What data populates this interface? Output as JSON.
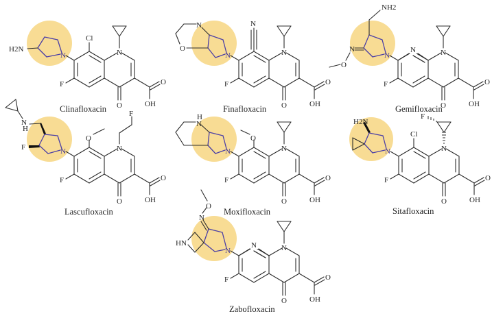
{
  "figure": {
    "description": "Chemical structures of fluoroquinolone antibiotics with the pyrrolidine substituent at C-7 highlighted",
    "highlight_color": "#f8dc94",
    "highlight_bond_color": "#4b3fa6",
    "bond_color": "#2b2b2b"
  },
  "compounds": [
    {
      "name": "Clinafloxacin",
      "core": "quinolone",
      "c8_substituent": "Cl",
      "n1_substituent": "cyclopropyl",
      "c7_substituent": "3-aminopyrrolidin-1-yl",
      "labels": {
        "amine": "H2N",
        "c8": "Cl",
        "n1": "N",
        "pyrN": "N",
        "f": "F",
        "oxo": "O",
        "acid_o": "O",
        "acid_oh": "OH"
      }
    },
    {
      "name": "Finafloxacin",
      "core": "quinolone",
      "c8_substituent": "CN",
      "n1_substituent": "cyclopropyl",
      "c7_substituent": "hexahydropyrrolo-oxazinyl",
      "labels": {
        "c8": "N",
        "n1": "N",
        "pyrN": "N",
        "ringN": "N",
        "ringO": "O",
        "f": "F",
        "oxo": "O",
        "acid_o": "O",
        "acid_oh": "OH"
      }
    },
    {
      "name": "Gemifloxacin",
      "core": "naphthyridine",
      "n1_substituent": "cyclopropyl",
      "c7_substituent": "3-aminomethyl-4-methoxyimino-pyrrolidinyl",
      "labels": {
        "amine": "NH2",
        "oxime_n": "N",
        "oxime_o": "O",
        "n8": "N",
        "n1": "N",
        "pyrN": "N",
        "f": "F",
        "oxo": "O",
        "acid_o": "O",
        "acid_oh": "OH"
      }
    },
    {
      "name": "Lascufloxacin",
      "core": "quinolone",
      "c8_substituent": "OMe",
      "n1_substituent": "2-fluoroethyl",
      "c7_substituent": "3-(cyclopropylaminomethyl)-4-fluoropyrrolidinyl",
      "labels": {
        "nh_n": "N",
        "nh_h": "H",
        "ringF": "F",
        "c8": "O",
        "n1": "N",
        "n1F": "F",
        "pyrN": "N",
        "f": "F",
        "oxo": "O",
        "acid_o": "O",
        "acid_oh": "OH"
      }
    },
    {
      "name": "Moxifloxacin",
      "core": "quinolone",
      "c8_substituent": "OMe",
      "n1_substituent": "cyclopropyl",
      "c7_substituent": "octahydropyrrolopyridinyl",
      "labels": {
        "ringNH_H": "H",
        "ringNH_N": "N",
        "c8": "O",
        "n1": "N",
        "pyrN": "N",
        "f": "F",
        "oxo": "O",
        "acid_o": "O",
        "acid_oh": "OH"
      }
    },
    {
      "name": "Sitafloxacin",
      "core": "quinolone",
      "c8_substituent": "Cl",
      "n1_substituent": "2-fluorocyclopropyl",
      "c7_substituent": "7-amino-5-azaspiro[2.4]heptan-5-yl",
      "labels": {
        "amine": "H2N",
        "cpF": "F",
        "c8": "Cl",
        "n1": "N",
        "pyrN": "N",
        "f": "F",
        "oxo": "O",
        "acid_o": "O",
        "acid_oh": "OH"
      }
    },
    {
      "name": "Zabofloxacin",
      "core": "naphthyridine",
      "n1_substituent": "cyclopropyl",
      "c7_substituent": "methoxyimino-diazaspiro[3.4]octanyl",
      "labels": {
        "oxime_n": "N",
        "oxime_o": "O",
        "azetidine": "HN",
        "n8": "N",
        "n1": "N",
        "pyrN": "N",
        "f": "F",
        "oxo": "O",
        "acid_o": "O",
        "acid_oh": "OH"
      }
    }
  ]
}
